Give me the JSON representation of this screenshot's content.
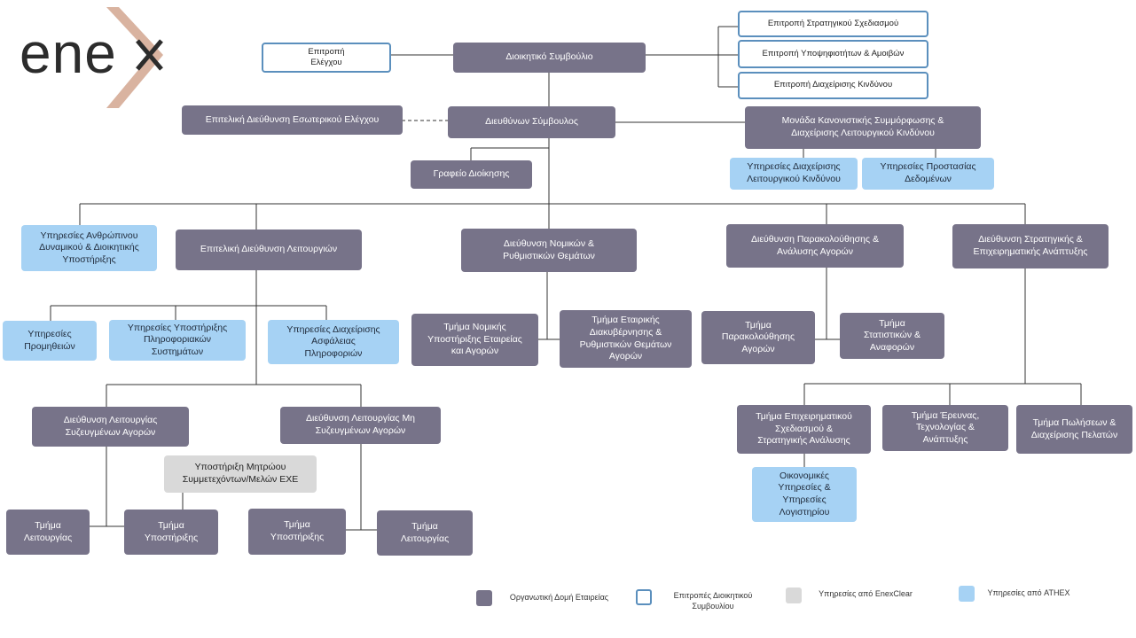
{
  "logo": {
    "text": "ene",
    "accent_color": "#d9b3a0"
  },
  "colors": {
    "company": "#777389",
    "committee_border": "#5b8fbd",
    "enexclear": "#d9d9d9",
    "athex": "#a6d2f4"
  },
  "nodes": {
    "audit_committee": "Επιτροπή\nΕλέγχου",
    "board": "Διοικητικό Συμβούλιο",
    "strategic_planning_committee": "Επιτροπή Στρατηγικού Σχεδιασμού",
    "nominations_committee": "Επιτροπή Υποψηφιοτήτων & Αμοιβών",
    "risk_committee": "Επιτροπή Διαχείρισης Κινδύνου",
    "internal_audit": "Επιτελική Διεύθυνση Εσωτερικού Ελέγχου",
    "ceo": "Διευθύνων Σύμβουλος",
    "compliance_unit": "Μονάδα Κανονιστικής Συμμόρφωσης &\nΔιαχείρισης Λειτουργικού Κινδύνου",
    "op_risk_services": "Υπηρεσίες Διαχείρισης\nΛειτουργικού Κινδύνου",
    "data_protection": "Υπηρεσίες Προστασίας\nΔεδομένων",
    "management_office": "Γραφείο Διοίκησης",
    "hr_services": "Υπηρεσίες Ανθρώπινου\nΔυναμικού & Διοικητικής\nΥποστήριξης",
    "operations_directorate": "Επιτελική Διεύθυνση Λειτουργιών",
    "legal_directorate": "Διεύθυνση Νομικών &\nΡυθμιστικών Θεμάτων",
    "surveillance_directorate": "Διεύθυνση Παρακολούθησης &\nΑνάλυσης Αγορών",
    "strategy_directorate": "Διεύθυνση Στρατηγικής &\nΕπιχειρηματικής Ανάπτυξης",
    "procurement": "Υπηρεσίες\nΠρομηθειών",
    "it_support": "Υπηρεσίες Υποστήριξης\nΠληροφοριακών\nΣυστημάτων",
    "info_security": "Υπηρεσίες Διαχείρισης\nΑσφάλειας\nΠληροφοριών",
    "legal_support": "Τμήμα Νομικής\nΥποστήριξης Εταιρείας\nκαι Αγορών",
    "governance": "Τμήμα Εταιρικής\nΔιακυβέρνησης &\nΡυθμιστικών Θεμάτων\nΑγορών",
    "market_monitoring": "Τμήμα\nΠαρακολούθησης\nΑγορών",
    "statistics": "Τμήμα\nΣτατιστικών &\nΑναφορών",
    "coupled_markets": "Διεύθυνση Λειτουργίας\nΣυζευγμένων Αγορών",
    "noncoupled_markets": "Διεύθυνση Λειτουργίας Μη\nΣυζευγμένων Αγορών",
    "registry_support": "Υποστήριξη Μητρώου\nΣυμμετεχόντων/Μελών ΕΧΕ",
    "coupled_operation": "Τμήμα\nΛειτουργίας",
    "coupled_support": "Τμήμα\nΥποστήριξης",
    "noncoupled_support": "Τμήμα\nΥποστήριξης",
    "noncoupled_operation": "Τμήμα\nΛειτουργίας",
    "business_planning": "Τμήμα Επιχειρηματικού\nΣχεδιασμού &\nΣτρατηγικής Ανάλυσης",
    "research_tech": "Τμήμα Έρευνας,\nΤεχνολογίας &\nΑνάπτυξης",
    "sales": "Τμήμα Πωλήσεων &\nΔιαχείρισης Πελατών",
    "financial_services": "Οικονομικές\nΥπηρεσίες &\nΥπηρεσίες\nΛογιστηρίου"
  },
  "legend": {
    "company": "Οργανωτική Δομή Εταιρείας",
    "committees": "Επιτροπές Διοικητικού\nΣυμβουλίου",
    "enexclear": "Υπηρεσίες από EnexClear",
    "athex": "Υπηρεσίες από ATHEX"
  }
}
